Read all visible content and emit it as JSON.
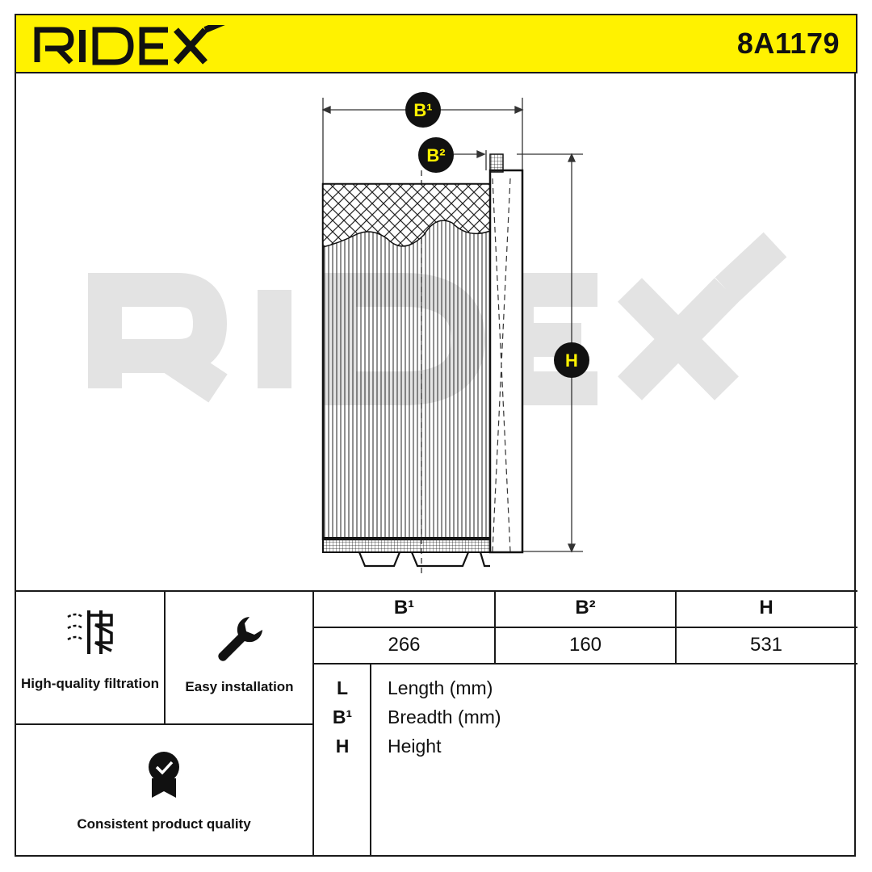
{
  "header": {
    "brand": "RIDEX",
    "part_number": "8A1179",
    "background_color": "#fff200"
  },
  "drawing": {
    "watermark": "RIDEX",
    "callouts": {
      "b1": "B¹",
      "b2": "B²",
      "h": "H"
    }
  },
  "features": [
    {
      "icon": "filtration-icon",
      "label": "High-quality filtration"
    },
    {
      "icon": "wrench-icon",
      "label": "Easy installation"
    },
    {
      "icon": "quality-badge-icon",
      "label": "Consistent product quality"
    }
  ],
  "dimensions": {
    "headers": [
      "B¹",
      "B²",
      "H"
    ],
    "values": [
      "266",
      "160",
      "531"
    ]
  },
  "legend": [
    {
      "key": "L",
      "desc": "Length (mm)"
    },
    {
      "key": "B¹",
      "desc": "Breadth (mm)"
    },
    {
      "key": "H",
      "desc": "Height"
    }
  ]
}
